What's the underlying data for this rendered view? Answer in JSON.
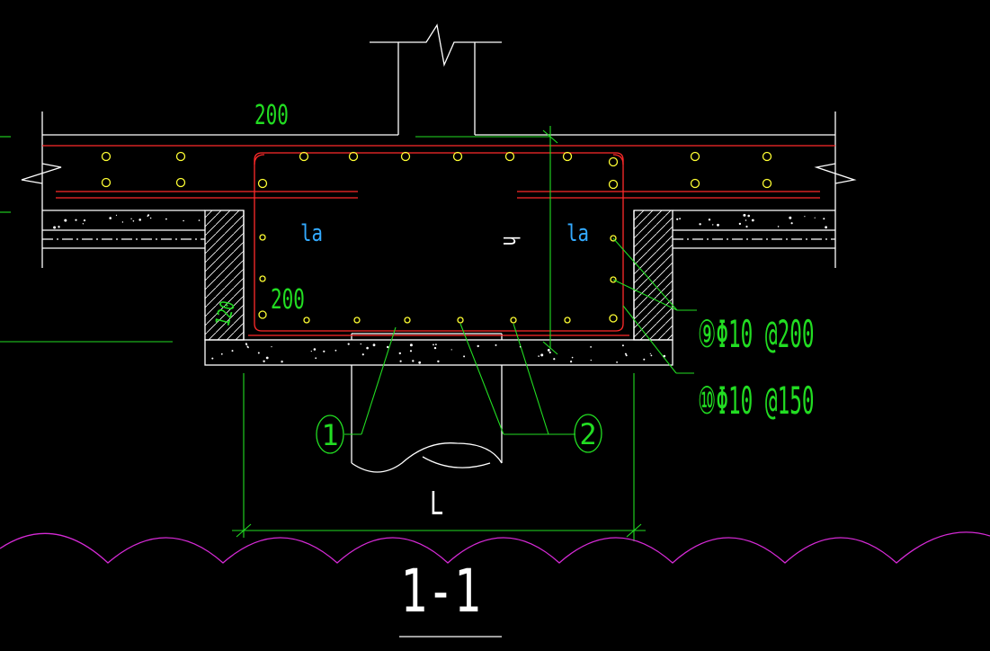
{
  "labels": {
    "dim_top": "200",
    "dim_inner": "200",
    "dim_side": "120",
    "la_left": "la",
    "la_right": "la",
    "h_mark": "h",
    "span": "L",
    "rebar_9": "⑨Φ10 @200",
    "rebar_10": "⑩Φ10 @150",
    "callout_1": "1",
    "callout_2": "2",
    "section": "1-1"
  },
  "colors": {
    "background": "#000000",
    "outline": "#ffffff",
    "dimension": "#22dd22",
    "rebar": "#ff2a2a",
    "rebar_dot": "#ffff33",
    "la_text": "#33aaff",
    "arc_line": "#d62ad6"
  }
}
